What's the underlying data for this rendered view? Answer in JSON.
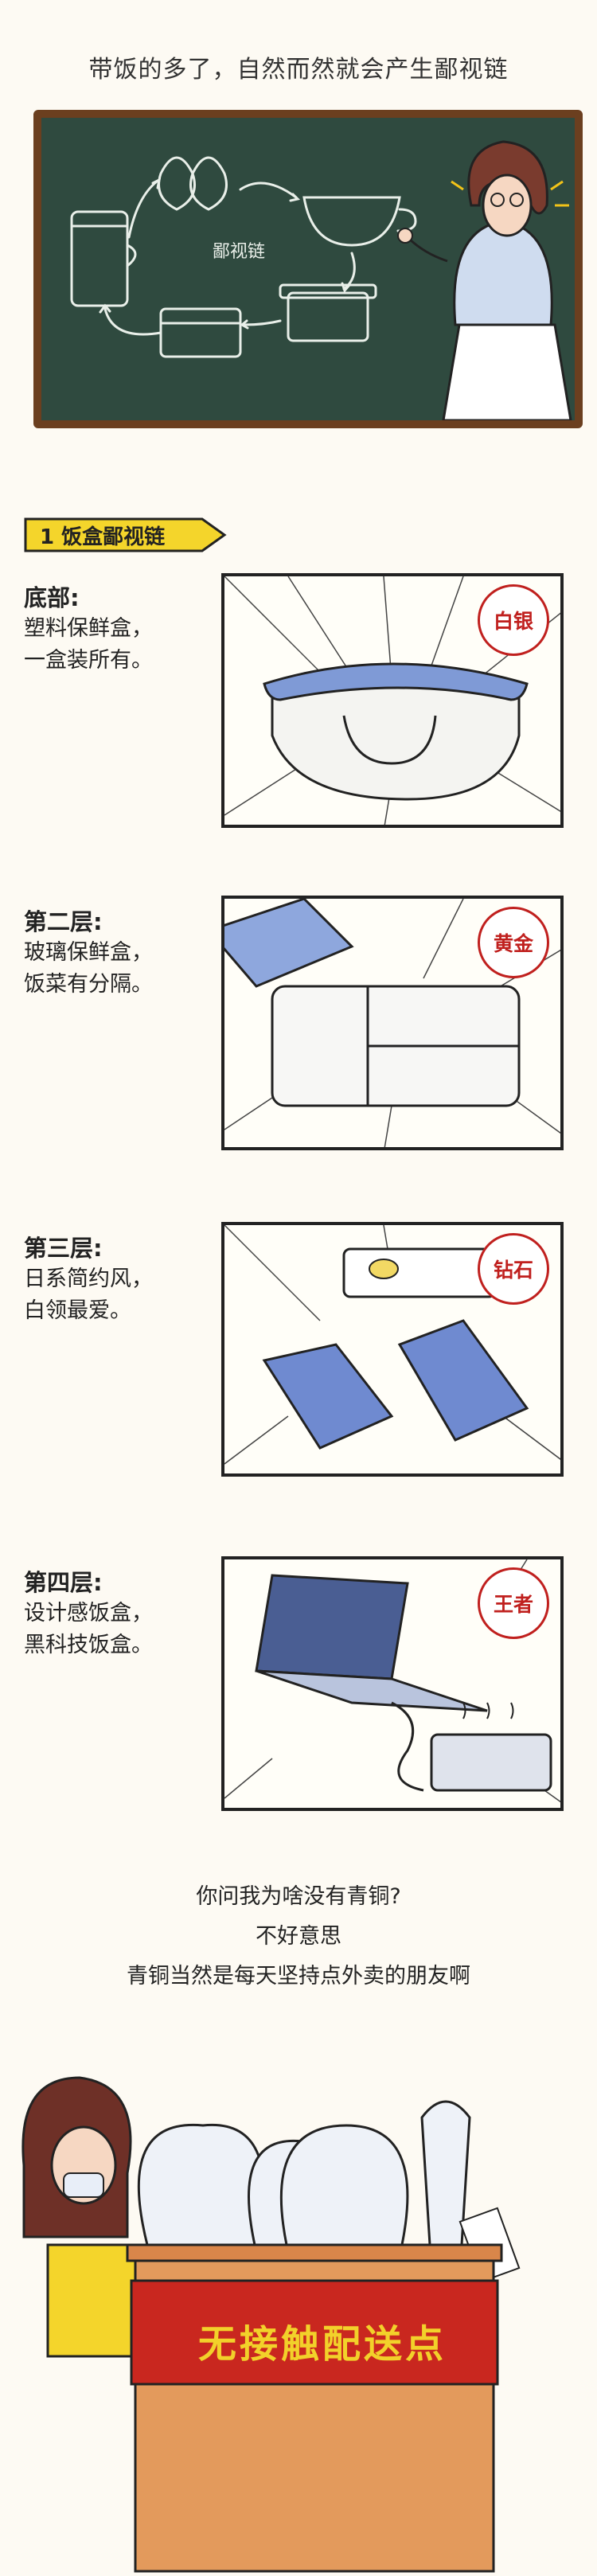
{
  "header": {
    "title": "带饭的多了，自然而然就会产生鄙视链"
  },
  "board": {
    "label": "鄙视链"
  },
  "section": {
    "title": "1 饭盒鄙视链"
  },
  "levels": [
    {
      "title": "底部:",
      "desc1": "塑料保鲜盒，",
      "desc2": "一盒装所有。",
      "badge": "白银"
    },
    {
      "title": "第二层:",
      "desc1": "玻璃保鲜盒，",
      "desc2": "饭菜有分隔。",
      "badge": "黄金"
    },
    {
      "title": "第三层:",
      "desc1": "日系简约风，",
      "desc2": "白领最爱。",
      "badge": "钻石"
    },
    {
      "title": "第四层:",
      "desc1": "设计感饭盒，",
      "desc2": "黑科技饭盒。",
      "badge": "王者"
    }
  ],
  "footer": {
    "line1": "你问我为啥没有青铜?",
    "line2": "不好意思",
    "line3": "青铜当然是每天坚持点外卖的朋友啊",
    "sign": "无接触配送点"
  },
  "colors": {
    "board": "#2f4a3f",
    "frame": "#6b3f1f",
    "badge_red": "#c0201e",
    "box_blue": "#7f9ad6",
    "sign_red": "#c9271f",
    "sign_text": "#f2d12a"
  }
}
